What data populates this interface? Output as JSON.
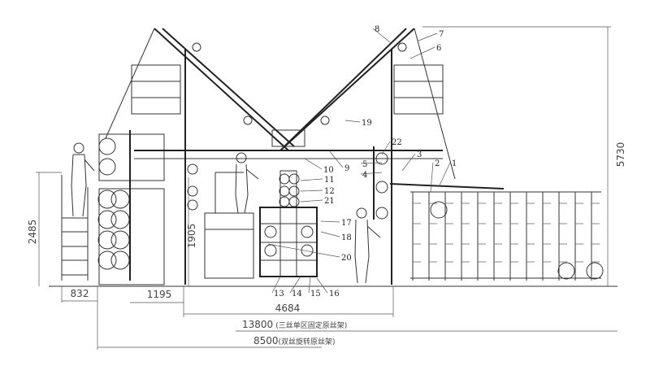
{
  "dimensions": {
    "left_platform_height": "2485",
    "operator_platform_height": "1905",
    "overall_height": "5730",
    "ladder_width": "832",
    "creel_offset": "1195",
    "center_span": "4684",
    "total_length_fixed": "13800",
    "total_length_fixed_note": "(三丝单区固定原丝架)",
    "total_length_rotating": "8500",
    "total_length_rotating_note": "(双丝旋转原丝架)"
  },
  "callouts": [
    "1",
    "2",
    "3",
    "4",
    "5",
    "6",
    "7",
    "8",
    "9",
    "10",
    "11",
    "12",
    "13",
    "14",
    "15",
    "16",
    "17",
    "18",
    "19",
    "20",
    "21",
    "22"
  ]
}
